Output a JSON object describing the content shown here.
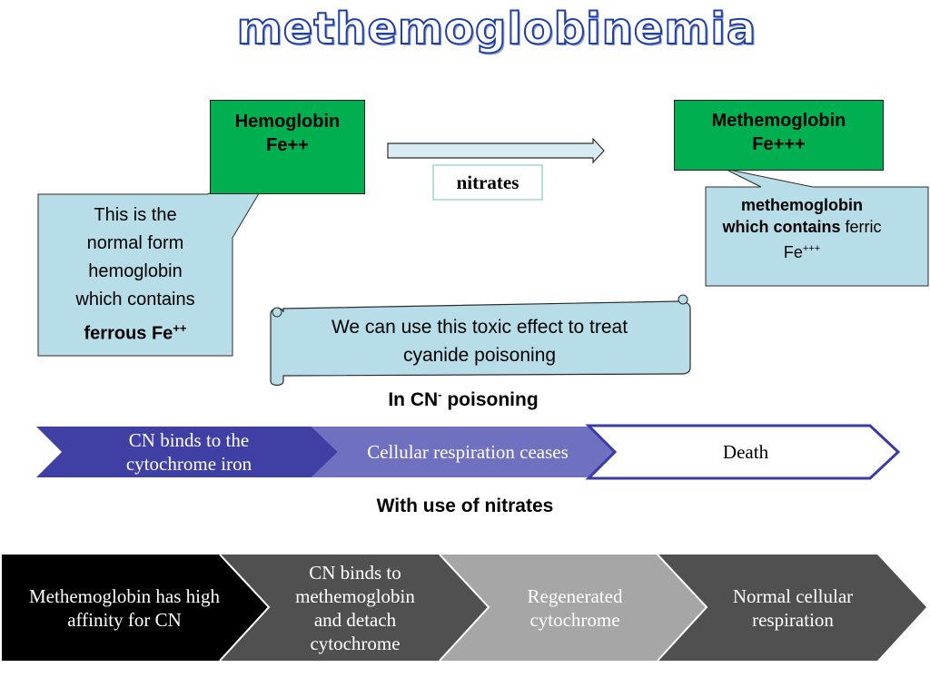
{
  "title": "methemoglobinemia",
  "hemoglobin_box": {
    "line1": "Hemoglobin",
    "line2": "Fe++"
  },
  "methemoglobin_box": {
    "line1": "Methemoglobin",
    "line2": "Fe+++"
  },
  "arrow_label": "nitrates",
  "left_callout": {
    "line1": "This is the",
    "line2": "normal form",
    "line3": "hemoglobin",
    "line4": "which contains",
    "line5_bold": "ferrous Fe",
    "line5_sup": "++"
  },
  "right_callout": {
    "line1_bold": "methemoglobin",
    "line2_bold": "which contains",
    "line2_rest": " ferric",
    "line3": "Fe",
    "line3_sup": "+++"
  },
  "scroll_note": {
    "line1": "We can use this toxic effect to treat",
    "line2": "cyanide poisoning"
  },
  "cn_heading": {
    "prefix": "In CN",
    "sup": "-",
    "suffix": " poisoning"
  },
  "cn_steps": [
    {
      "line1": "CN binds to the",
      "line2": "cytochrome iron"
    },
    {
      "line1": "Cellular respiration ceases"
    },
    {
      "line1": "Death"
    }
  ],
  "nitrates_heading": "With use of nitrates",
  "nitrate_steps": [
    {
      "line1": "Methemoglobin has high",
      "line2": "affinity for CN"
    },
    {
      "line1": "CN binds to",
      "line2": "methemoglobin",
      "line3": "and detach",
      "line4": "cytochrome"
    },
    {
      "line1": "Regenerated",
      "line2": "cytochrome"
    },
    {
      "line1": "Normal cellular",
      "line2": "respiration"
    }
  ],
  "colors": {
    "green_box": "#00b050",
    "callout_fill": "#b7dde8",
    "cn_step1": "#4040a4",
    "cn_step2": "#7070c0",
    "cn_step3_border": "#3a3aa8",
    "nitrate_step1": "#000000",
    "nitrate_step2": "#505050",
    "nitrate_step3": "#a6a6a6",
    "nitrate_step4": "#505050"
  }
}
